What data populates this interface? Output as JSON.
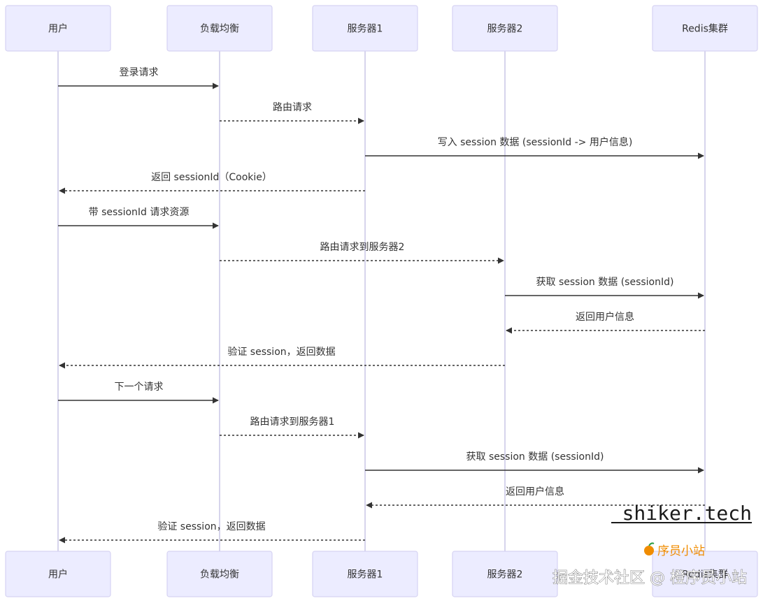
{
  "diagram": {
    "type": "sequence",
    "colors": {
      "actor_fill": "#ECECFF",
      "actor_border": "#D6D3F2",
      "lifeline": "#C9C6E6",
      "arrow": "#333333",
      "text": "#333333"
    },
    "participants": [
      {
        "id": "user",
        "label": "用户"
      },
      {
        "id": "lb",
        "label": "负载均衡"
      },
      {
        "id": "s1",
        "label": "服务器1"
      },
      {
        "id": "s2",
        "label": "服务器2"
      },
      {
        "id": "redis",
        "label": "Redis集群"
      }
    ],
    "messages": [
      {
        "from": "user",
        "to": "lb",
        "label": "登录请求",
        "style": "solid"
      },
      {
        "from": "lb",
        "to": "s1",
        "label": "路由请求",
        "style": "dashed"
      },
      {
        "from": "s1",
        "to": "redis",
        "label": "写入 session 数据 (sessionId -> 用户信息)",
        "style": "solid"
      },
      {
        "from": "s1",
        "to": "user",
        "label": "返回 sessionId（Cookie）",
        "style": "dashed"
      },
      {
        "from": "user",
        "to": "lb",
        "label": "带 sessionId 请求资源",
        "style": "solid"
      },
      {
        "from": "lb",
        "to": "s2",
        "label": "路由请求到服务器2",
        "style": "dashed"
      },
      {
        "from": "s2",
        "to": "redis",
        "label": "获取 session 数据 (sessionId)",
        "style": "solid"
      },
      {
        "from": "redis",
        "to": "s2",
        "label": "返回用户信息",
        "style": "dashed"
      },
      {
        "from": "s2",
        "to": "user",
        "label": "验证 session，返回数据",
        "style": "dashed"
      },
      {
        "from": "user",
        "to": "lb",
        "label": "下一个请求",
        "style": "solid"
      },
      {
        "from": "lb",
        "to": "s1",
        "label": "路由请求到服务器1",
        "style": "dashed"
      },
      {
        "from": "s1",
        "to": "redis",
        "label": "获取 session 数据 (sessionId)",
        "style": "solid"
      },
      {
        "from": "redis",
        "to": "s1",
        "label": "返回用户信息",
        "style": "dashed"
      },
      {
        "from": "s1",
        "to": "user",
        "label": "验证 session，返回数据",
        "style": "dashed"
      }
    ]
  },
  "watermarks": {
    "site": "shiker.tech",
    "small_site": "序员小站",
    "small_site_icon": "orange-icon",
    "juejin": "掘金技术社区 @ 橙序员小站"
  }
}
